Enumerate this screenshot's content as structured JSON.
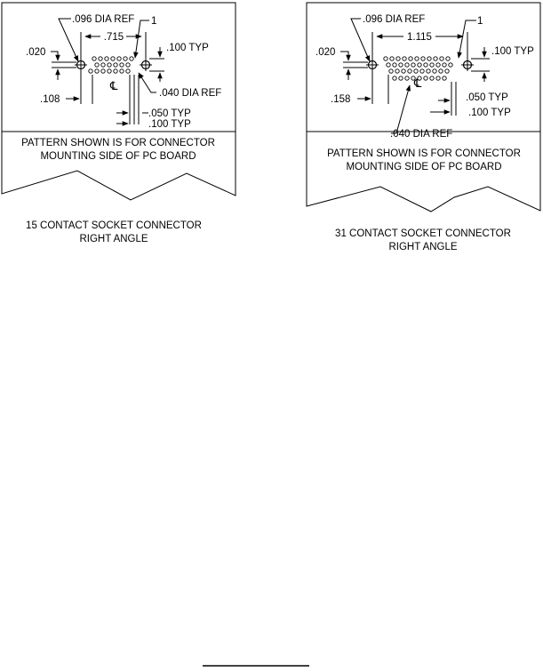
{
  "left_panel": {
    "label_dia_ref": ".096 DIA REF",
    "label_pin": "1",
    "label_width": ".715",
    "label_typ": ".100 TYP",
    "label_offset": ".020",
    "label_small_dia": ".040 DIA REF",
    "label_edge": ".108",
    "label_pitch": ".050 TYP",
    "label_row": ".100 TYP",
    "centerline": "℄",
    "note_line1": "PATTERN SHOWN IS FOR CONNECTOR",
    "note_line2": "MOUNTING SIDE OF PC BOARD",
    "caption_line1": "15 CONTACT SOCKET CONNECTOR",
    "caption_line2": "RIGHT ANGLE"
  },
  "right_panel": {
    "label_dia_ref": ".096 DIA REF",
    "label_pin": "1",
    "label_width": "1.115",
    "label_typ": ".100 TYP",
    "label_offset": ".020",
    "label_small_dia": ".040 DIA REF",
    "label_edge": ".158",
    "label_pitch": ".050 TYP",
    "label_row": ".100 TYP",
    "centerline": "℄",
    "note_line1": "PATTERN SHOWN IS FOR CONNECTOR",
    "note_line2": "MOUNTING SIDE OF PC BOARD",
    "caption_line1": "31 CONTACT SOCKET CONNECTOR",
    "caption_line2": "RIGHT ANGLE"
  }
}
